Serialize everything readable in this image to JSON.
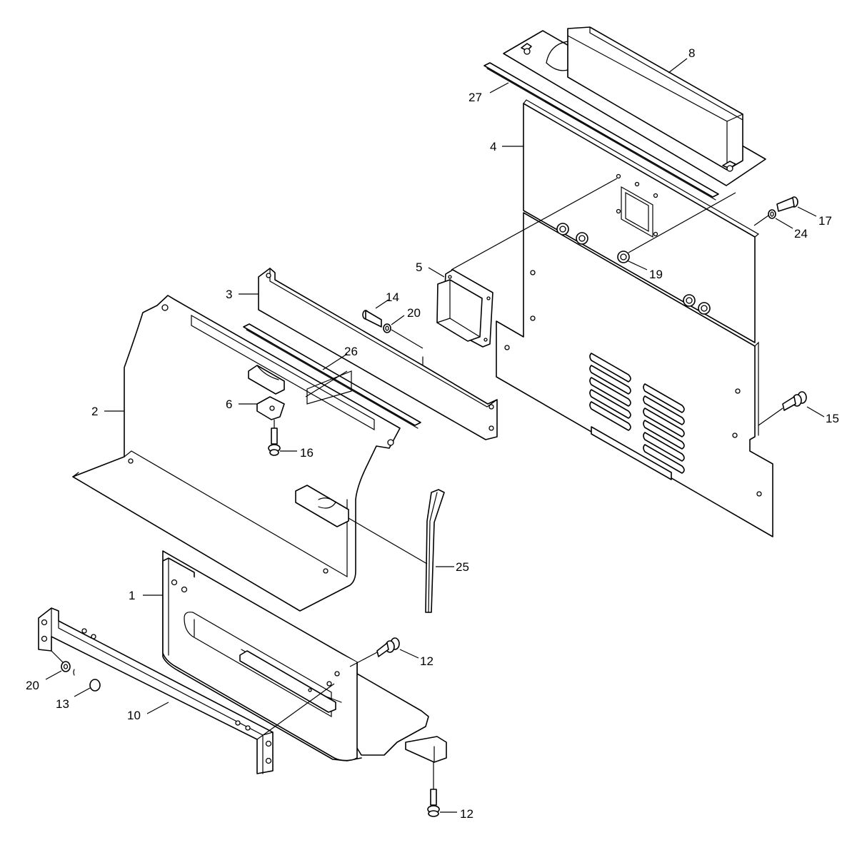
{
  "callouts": [
    {
      "id": "c8",
      "text": "8"
    },
    {
      "id": "c27",
      "text": "27"
    },
    {
      "id": "c4",
      "text": "4"
    },
    {
      "id": "c17",
      "text": "17"
    },
    {
      "id": "c24",
      "text": "24"
    },
    {
      "id": "c19",
      "text": "19"
    },
    {
      "id": "c5",
      "text": "5"
    },
    {
      "id": "c3",
      "text": "3"
    },
    {
      "id": "c14",
      "text": "14"
    },
    {
      "id": "c20a",
      "text": "20"
    },
    {
      "id": "c26",
      "text": "26"
    },
    {
      "id": "c2",
      "text": "2"
    },
    {
      "id": "c6",
      "text": "6"
    },
    {
      "id": "c16",
      "text": "16"
    },
    {
      "id": "c15",
      "text": "15"
    },
    {
      "id": "c25",
      "text": "25"
    },
    {
      "id": "c1",
      "text": "1"
    },
    {
      "id": "c12a",
      "text": "12"
    },
    {
      "id": "c20b",
      "text": "20"
    },
    {
      "id": "c13",
      "text": "13"
    },
    {
      "id": "c10",
      "text": "10"
    },
    {
      "id": "c12b",
      "text": "12"
    }
  ]
}
